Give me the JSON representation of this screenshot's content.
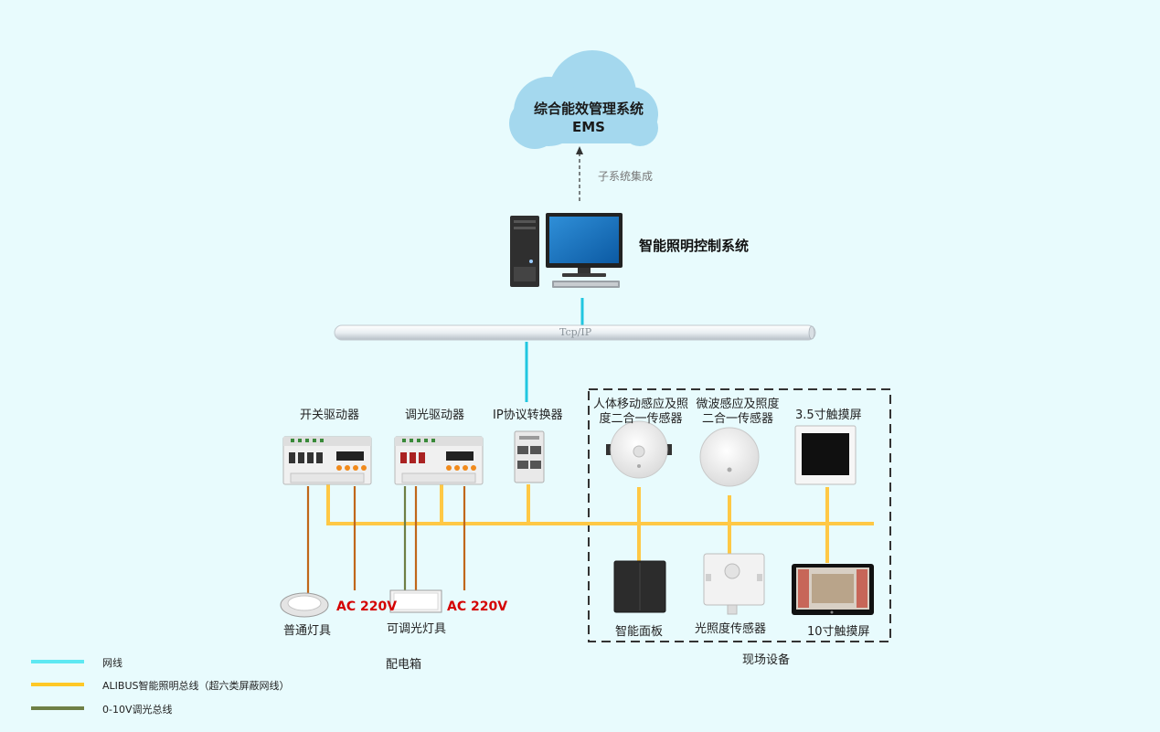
{
  "cloud": {
    "line1": "综合能效管理系统",
    "line2": "EMS"
  },
  "integration_label": "子系统集成",
  "control_system_label": "智能照明控制系统",
  "tcpip_label": "Tcp/IP",
  "devices": {
    "switch_driver": "开关驱动器",
    "dimmer_driver": "调光驱动器",
    "ip_converter": "IP协议转换器",
    "pir_sensor": "人体移动感应及照度二合一传感器",
    "microwave_sensor": "微波感应及照度二合一传感器",
    "touch35": "3.5寸触摸屏",
    "smart_panel": "智能面板",
    "light_sensor": "光照度传感器",
    "touch10": "10寸触摸屏",
    "normal_lamp": "普通灯具",
    "dimmable_lamp": "可调光灯具"
  },
  "power_label_1": "AC 220V",
  "power_label_2": "AC 220V",
  "group_labels": {
    "distribution_box": "配电箱",
    "field_devices": "现场设备"
  },
  "legend": [
    {
      "label": "网线",
      "color": "#5ee8f2"
    },
    {
      "label": "ALIBUS智能照明总线（超六类屏蔽网线）",
      "color": "#ffc826"
    },
    {
      "label": "0-10V调光总线",
      "color": "#6e7f45"
    }
  ],
  "colors": {
    "background": "#e8fbfd",
    "network": "#21c6e0",
    "bus": "#ffc845",
    "dimming": "#6e7f45",
    "power": "#c0671a",
    "cloud": "#a4d8ee"
  }
}
